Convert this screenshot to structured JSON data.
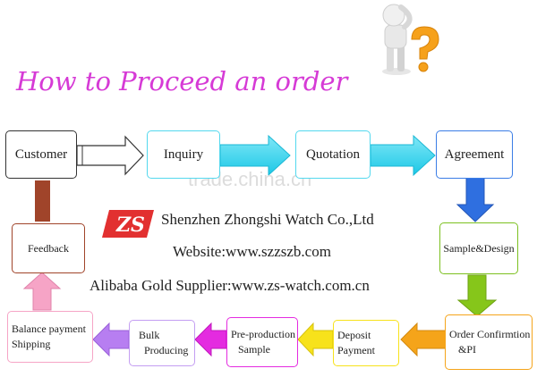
{
  "title": "How to Proceed an order",
  "watermark": "trade.china.cn",
  "company": {
    "logo_text": "ZS",
    "name": "Shenzhen Zhongshi Watch Co.,Ltd",
    "website": "Website:www.szzszb.com",
    "alibaba": "Alibaba Gold Supplier:www.zs-watch.com.cn"
  },
  "steps": {
    "customer": "Customer",
    "inquiry": "Inquiry",
    "quotation": "Quotation",
    "agreement": "Agreement",
    "sample_design": "Sample&Design",
    "order_confirmation_1": "Order Confirmtion",
    "order_confirmation_2": "&PI",
    "deposit_1": "Deposit",
    "deposit_2": "Payment",
    "preproduction_1": "Pre-production",
    "preproduction_2": "Sample",
    "bulk_1": "Bulk",
    "bulk_2": "Producing",
    "balance_1": "Balance payment",
    "balance_2": "Shipping",
    "feedback": "Feedback"
  },
  "colors": {
    "title": "#d63ad6",
    "cyan_arrow": "#27d3ef",
    "blue_arrow": "#2f6fe0",
    "green_arrow": "#86c61a",
    "yellow_arrow": "#f7e21b",
    "orange_arrow": "#f5a41a",
    "magenta_arrow": "#e42be0",
    "violet_arrow": "#b77ef1",
    "pink_arrow": "#f6a4c6",
    "brown_arrow": "#a0442a",
    "logo_red": "#e23030"
  },
  "icons": [
    "question-figure-icon",
    "zs-logo-icon"
  ]
}
